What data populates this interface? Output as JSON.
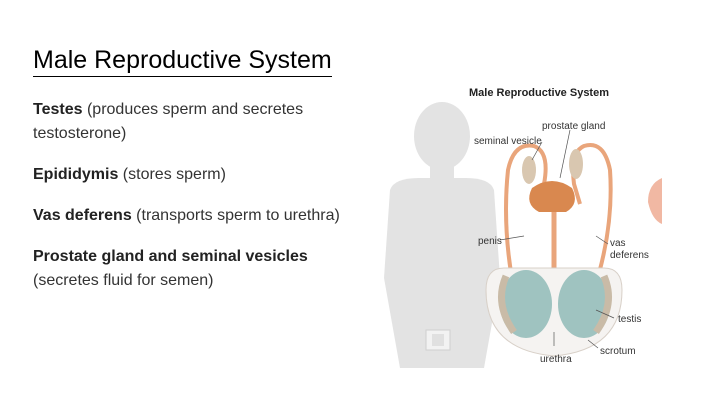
{
  "slide": {
    "title": "Male Reproductive System"
  },
  "bullets": [
    {
      "term": "Testes",
      "desc": " (produces sperm and secretes testosterone)"
    },
    {
      "term": "Epididymis",
      "desc": " (stores sperm)"
    },
    {
      "term": "Vas deferens",
      "desc": " (transports sperm to urethra)"
    },
    {
      "term": "Prostate gland and seminal vesicles",
      "desc": " (secretes fluid for semen)"
    }
  ],
  "figure": {
    "title": "Male Reproductive System",
    "labels": {
      "prostate": "prostate gland",
      "vesicle": "seminal vesicle",
      "penis": "penis",
      "vas1": "vas",
      "vas2": "deferens",
      "testis": "testis",
      "urethra": "urethra",
      "scrotum": "scrotum"
    }
  },
  "colors": {
    "silhouette": "#e3e3e3",
    "testis": "#9fc3c0",
    "duct": "#e9a57b",
    "prostate": "#d9884f",
    "vesicle": "#d9c7b0"
  }
}
